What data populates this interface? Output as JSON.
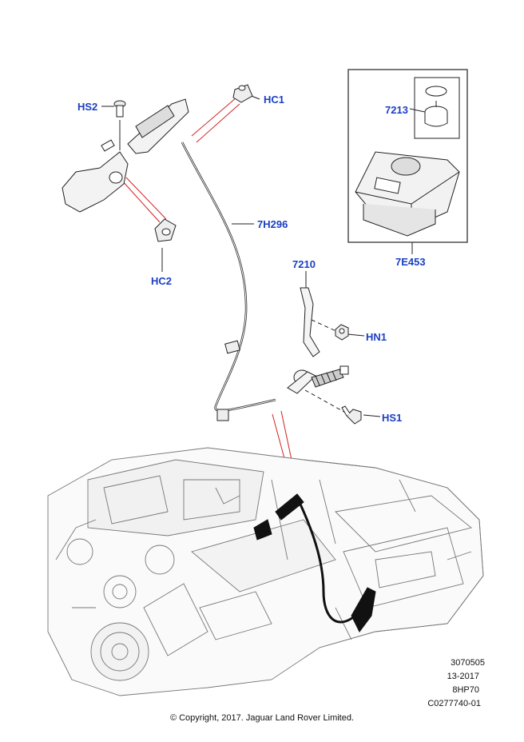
{
  "callouts": {
    "hs2": "HS2",
    "hc1": "HC1",
    "hc2": "HC2",
    "p7h296": "7H296",
    "p7213": "7213",
    "p7e453": "7E453",
    "p7210": "7210",
    "hn1": "HN1",
    "hs1": "HS1"
  },
  "meta": {
    "ref1": "3070505",
    "date": "13-2017",
    "trans": "8HP70",
    "code": "C0277740-01"
  },
  "copyright": "© Copyright, 2017. Jaguar Land Rover Limited.",
  "colors": {
    "callout": "#1a3fc4",
    "leader_red": "#d42020",
    "line": "#222222"
  }
}
